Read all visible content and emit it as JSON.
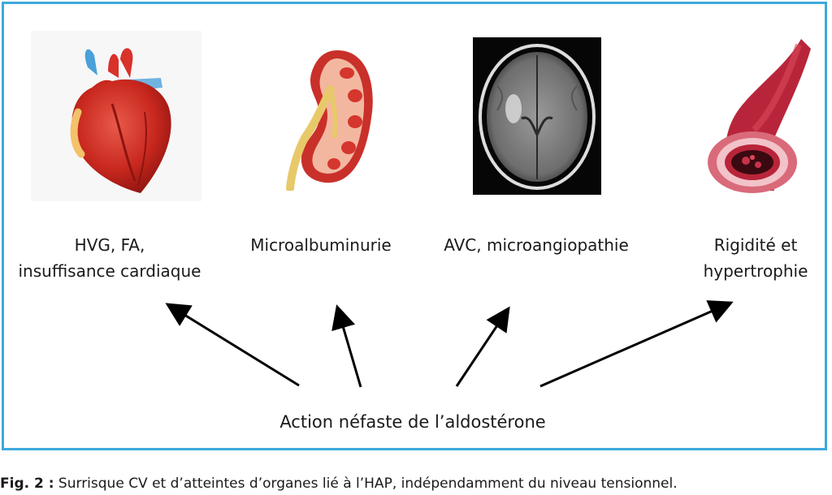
{
  "diagram": {
    "targets": [
      {
        "id": "heart",
        "label_lines": [
          "HVG, FA,",
          "insuffisance cardiaque"
        ],
        "icon": "heart-icon"
      },
      {
        "id": "kidney",
        "label_lines": [
          "Microalbuminurie"
        ],
        "icon": "kidney-icon"
      },
      {
        "id": "brain",
        "label_lines": [
          "AVC, microangiopathie"
        ],
        "icon": "brain-mri-icon"
      },
      {
        "id": "artery",
        "label_lines": [
          "Rigidité et",
          "hypertrophie"
        ],
        "icon": "artery-icon"
      }
    ],
    "source_label": "Action néfaste de l’aldostérone"
  },
  "caption": {
    "prefix": "Fig. 2 :",
    "text": " Surrisque CV et d’atteintes d’organes lié à l’HAP, indépendamment du niveau tensionnel."
  },
  "colors": {
    "frame": "#3ea8dc",
    "arrow": "#000000"
  }
}
